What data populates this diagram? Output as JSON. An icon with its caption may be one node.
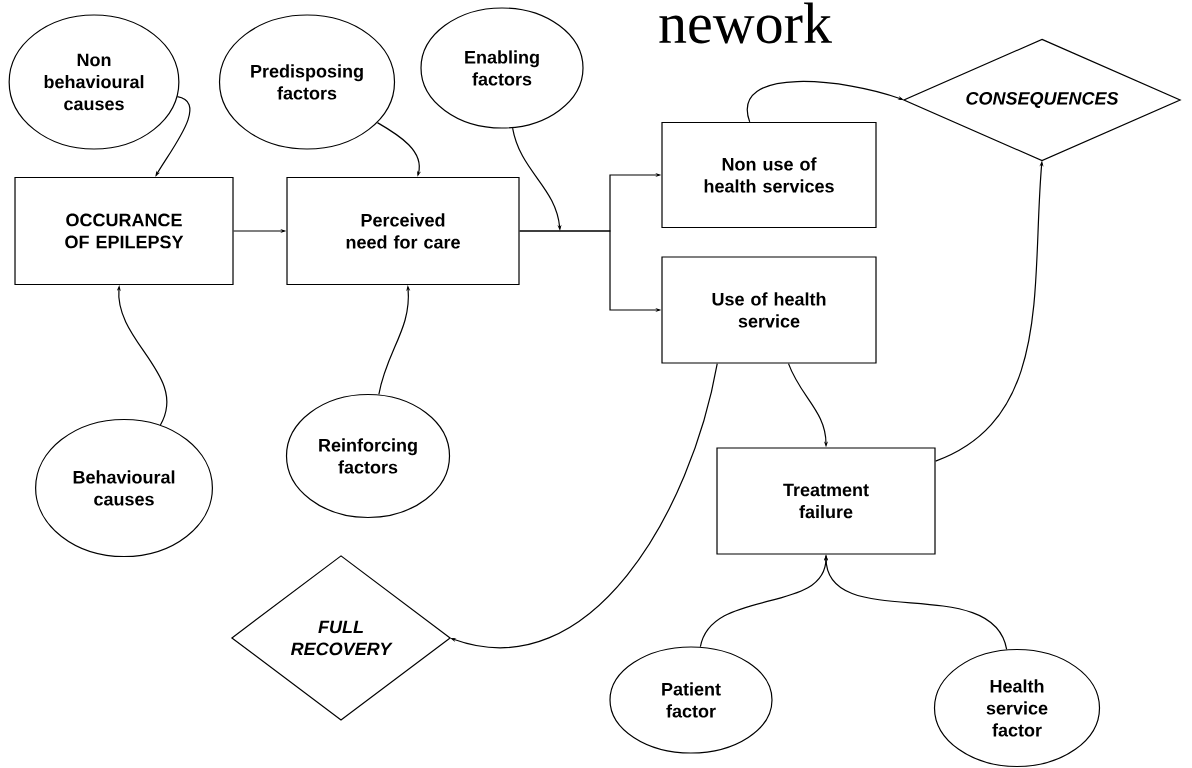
{
  "diagram": {
    "title": "nework",
    "nodes": [
      {
        "text": [
          "Non behavioural causes"
        ]
      },
      {
        "text": [
          "Predisposing factors"
        ]
      },
      {
        "text": [
          "Enabling factors"
        ]
      },
      {
        "text": [
          "OCCURANCE OF EPILEPSY"
        ]
      },
      {
        "text": [
          "Perceived need for care"
        ]
      },
      {
        "text": [
          "CONSEQUENCES"
        ]
      },
      {
        "text": [
          "Non use of health services"
        ]
      },
      {
        "text": [
          "Use of health service"
        ]
      },
      {
        "text": [
          "Treatment failure"
        ]
      },
      {
        "text": [
          "Behavioural causes"
        ]
      },
      {
        "text": [
          "Reinforcing factors"
        ]
      },
      {
        "text": [
          "FULL RECOVERY"
        ]
      },
      {
        "text": [
          "Patient factor"
        ]
      },
      {
        "text": [
          "Health service factor"
        ]
      }
    ],
    "edges": [
      {
        "from": 0,
        "to": 3,
        "arrow": "to"
      },
      {
        "from": 1,
        "to": 4,
        "arrow": "to"
      },
      {
        "from": 2,
        "to": null,
        "arrow": "to"
      },
      {
        "from": 3,
        "to": 4,
        "arrow": "to"
      },
      {
        "from": 9,
        "to": 3,
        "arrow": "to"
      },
      {
        "from": 10,
        "to": 4,
        "arrow": "to"
      },
      {
        "from": 4,
        "to": 6,
        "arrow": "to"
      },
      {
        "from": 4,
        "to": 7,
        "arrow": "to"
      },
      {
        "from": 6,
        "to": 5,
        "arrow": "to"
      },
      {
        "from": 8,
        "to": 5,
        "arrow": "to"
      },
      {
        "from": 7,
        "to": 8,
        "arrow": "to"
      },
      {
        "from": 7,
        "to": 11,
        "arrow": "to"
      },
      {
        "from": 12,
        "to": 8,
        "arrow": "to"
      },
      {
        "from": 13,
        "to": 8,
        "arrow": "to"
      }
    ]
  }
}
